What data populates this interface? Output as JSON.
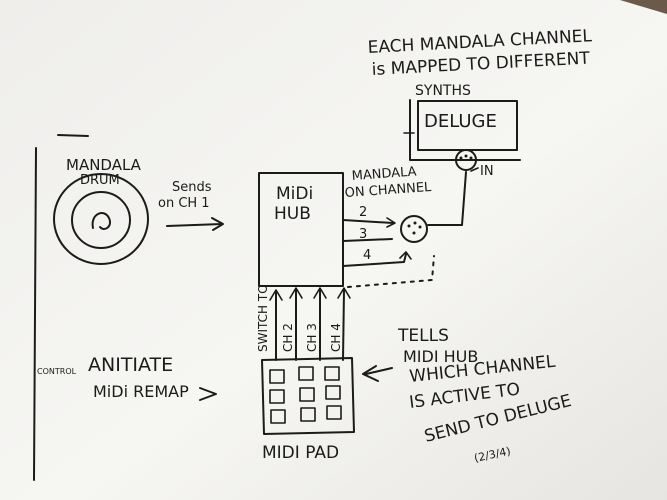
{
  "diagram": {
    "note_top": {
      "line1": "EACH MANDALA CHANNEL",
      "line2": "is MAPPED TO DIFFERENT",
      "line3": "SYNTHS"
    },
    "deluge": {
      "label": "DELUGE",
      "in_label": "IN"
    },
    "mandala": {
      "label_line1": "MANDALA",
      "label_line2": "DRUM",
      "sends_line1": "Sends",
      "sends_line2": "on CH 1"
    },
    "hub": {
      "label_line1": "MiDi",
      "label_line2": "HUB",
      "mandala_on_line1": "MANDALA",
      "mandala_on_line2": "ON CHANNEL",
      "channels": [
        "2",
        "3",
        "4"
      ]
    },
    "switch_labels": [
      "SWITCH TO",
      "CH 2",
      "CH 3",
      "CH 4"
    ],
    "control": {
      "small": "CONTROL",
      "big": "ANITIATE",
      "line2": "MiDi REMAP"
    },
    "pad": {
      "label": "MIDI PAD"
    },
    "tells": {
      "line1": "TELLS",
      "line2": "MIDI HUB",
      "line3": "WHICH CHANNEL",
      "line4": "IS ACTIVE TO",
      "line5": "SEND TO DELUGE",
      "line6": "(2/3/4)"
    }
  }
}
